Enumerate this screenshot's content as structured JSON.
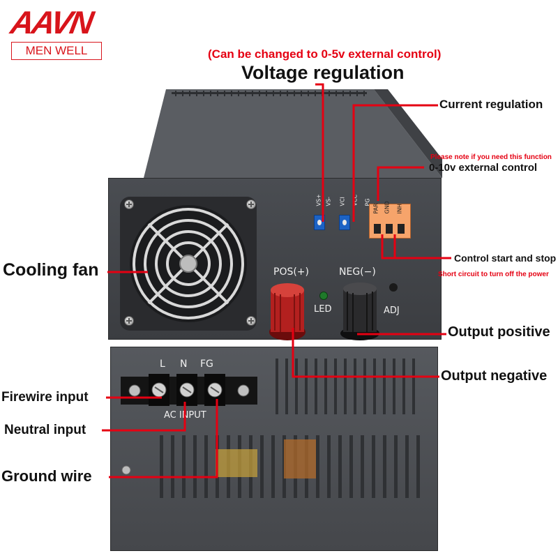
{
  "brand": {
    "wordmark": "AAVN",
    "subtitle": "MEN WELL"
  },
  "headline": {
    "note": "(Can be changed to 0-5v external control)",
    "title": "Voltage regulation"
  },
  "labels": {
    "current_regulation": "Current regulation",
    "function_note": "Please note if you need this function",
    "external_control": "0-10v external control",
    "control_start_stop": "Control start and stop",
    "short_circuit_note": "Short circuit to turn off the power",
    "cooling_fan": "Cooling fan",
    "output_positive": "Output positive",
    "output_negative": "Output negative",
    "firewire_input": "Firewire input",
    "neutral_input": "Neutral input",
    "ground_wire": "Ground wire"
  },
  "panel": {
    "trim_labels": [
      "VS+",
      "VS-",
      "VCI",
      "VCC",
      "PG"
    ],
    "connector_pins": [
      "PAR",
      "GND",
      "INH"
    ],
    "pos": "POS(+)",
    "neg": "NEG(−)",
    "led": "LED",
    "adj": "ADJ",
    "ac_terminals": [
      "L",
      "N",
      "FG"
    ],
    "ac_input": "AC INPUT"
  },
  "colors": {
    "brand_red": "#d8141b",
    "leader_red": "#e50012",
    "note_red": "#e50012",
    "trim_blue": "#1c62c4",
    "connector_orange": "#f6a46b"
  }
}
